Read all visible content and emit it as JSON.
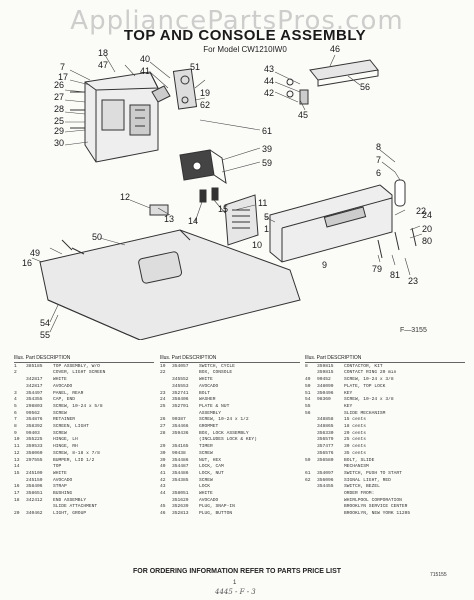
{
  "watermark": "AppliancePartsPros.com",
  "title": "TOP AND CONSOLE ASSEMBLY",
  "subtitle": "For Model CW1210IW0",
  "figure_number": "F—3155",
  "callouts": [
    {
      "label": "7"
    },
    {
      "label": "17"
    },
    {
      "label": "18"
    },
    {
      "label": "47"
    },
    {
      "label": "40"
    },
    {
      "label": "41"
    },
    {
      "label": "51"
    },
    {
      "label": "26"
    },
    {
      "label": "27"
    },
    {
      "label": "28"
    },
    {
      "label": "25"
    },
    {
      "label": "29"
    },
    {
      "label": "30"
    },
    {
      "label": "19"
    },
    {
      "label": "62"
    },
    {
      "label": "61"
    },
    {
      "label": "43"
    },
    {
      "label": "44"
    },
    {
      "label": "42"
    },
    {
      "label": "46"
    },
    {
      "label": "56"
    },
    {
      "label": "45"
    },
    {
      "label": "39"
    },
    {
      "label": "59"
    },
    {
      "label": "8"
    },
    {
      "label": "7"
    },
    {
      "label": "6"
    },
    {
      "label": "22"
    },
    {
      "label": "12"
    },
    {
      "label": "13"
    },
    {
      "label": "14"
    },
    {
      "label": "15"
    },
    {
      "label": "11"
    },
    {
      "label": "5"
    },
    {
      "label": "1"
    },
    {
      "label": "10"
    },
    {
      "label": "9"
    },
    {
      "label": "50"
    },
    {
      "label": "49"
    },
    {
      "label": "16"
    },
    {
      "label": "54"
    },
    {
      "label": "55"
    },
    {
      "label": "24"
    },
    {
      "label": "20"
    },
    {
      "label": "80"
    },
    {
      "label": "79"
    },
    {
      "label": "81"
    },
    {
      "label": "23"
    }
  ],
  "columns_header": {
    "ill": "Illus. Part",
    "no": "No.  No.",
    "desc": "DESCRIPTION"
  },
  "parts_col1": [
    {
      "n": "1",
      "p": "385185",
      "d": "TOP ASSEMBLY, W/O"
    },
    {
      "n": "2",
      "p": "",
      "d": "COVER, LIGHT SCREEN"
    },
    {
      "n": "",
      "p": "342817",
      "d": "WHITE"
    },
    {
      "n": "",
      "p": "342817",
      "d": "AVOCADO"
    },
    {
      "n": "3",
      "p": "354497",
      "d": "PANEL, REAR"
    },
    {
      "n": "4",
      "p": "354355",
      "d": "CAP, END"
    },
    {
      "n": "5",
      "p": "298803",
      "d": "SCREW, 10-24 x 5/8"
    },
    {
      "n": "6",
      "p": "99562",
      "d": "SCREW"
    },
    {
      "n": "7",
      "p": "354876",
      "d": "RETAINER"
    },
    {
      "n": "8",
      "p": "358392",
      "d": "SCREEN, LIGHT"
    },
    {
      "n": "9",
      "p": "99403",
      "d": "SCREW"
    },
    {
      "n": "10",
      "p": "355225",
      "d": "HINGE, LH"
    },
    {
      "n": "11",
      "p": "359533",
      "d": "HINGE, RH"
    },
    {
      "n": "12",
      "p": "358060",
      "d": "SCREW, 8-18 x 7/8"
    },
    {
      "n": "13",
      "p": "297555",
      "d": "BUMPER, LID 1/2"
    },
    {
      "n": "14",
      "p": "",
      "d": "TOP"
    },
    {
      "n": "15",
      "p": "245109",
      "d": "WHITE"
    },
    {
      "n": "",
      "p": "245159",
      "d": "AVOCADO"
    },
    {
      "n": "16",
      "p": "358406",
      "d": "STRAP"
    },
    {
      "n": "17",
      "p": "358651",
      "d": "BUSHING"
    },
    {
      "n": "18",
      "p": "342412",
      "d": "END ASSEMBLY"
    },
    {
      "n": "",
      "p": "",
      "d": "SLIDE ATTACHMENT"
    },
    {
      "n": "20",
      "p": "340462",
      "d": "LIGHT, GROUP"
    }
  ],
  "parts_col2": [
    {
      "n": "19",
      "p": "354057",
      "d": "SWITCH, CYCLE"
    },
    {
      "n": "22",
      "p": "",
      "d": "BOX, CONSOLE"
    },
    {
      "n": "",
      "p": "345552",
      "d": "WHITE"
    },
    {
      "n": "",
      "p": "345553",
      "d": "AVOCADO"
    },
    {
      "n": "23",
      "p": "352741",
      "d": "BOLT"
    },
    {
      "n": "24",
      "p": "358406",
      "d": "WASHER"
    },
    {
      "n": "25",
      "p": "352701",
      "d": "PLATE & NUT"
    },
    {
      "n": "",
      "p": "",
      "d": "ASSEMBLY"
    },
    {
      "n": "26",
      "p": "90387",
      "d": "SCREW, 10-24 x 1/2"
    },
    {
      "n": "27",
      "p": "354466",
      "d": "GROMMET"
    },
    {
      "n": "28",
      "p": "359436",
      "d": "BOX, LOCK ASSEMBLY"
    },
    {
      "n": "",
      "p": "",
      "d": "(INCLUDES LOCK & KEY)"
    },
    {
      "n": "29",
      "p": "354165",
      "d": "TIMER"
    },
    {
      "n": "30",
      "p": "90438",
      "d": "SCREW"
    },
    {
      "n": "39",
      "p": "354486",
      "d": "NUT, HEX"
    },
    {
      "n": "40",
      "p": "354487",
      "d": "LOCK, CAM"
    },
    {
      "n": "41",
      "p": "354486",
      "d": "LOCK, NUT"
    },
    {
      "n": "42",
      "p": "354385",
      "d": "SCREW"
    },
    {
      "n": "43",
      "p": "",
      "d": "LOCK"
    },
    {
      "n": "44",
      "p": "358051",
      "d": "WHITE"
    },
    {
      "n": "",
      "p": "351629",
      "d": "AVOCADO"
    },
    {
      "n": "45",
      "p": "352639",
      "d": "PLUG, SNAP-IN"
    },
    {
      "n": "46",
      "p": "352813",
      "d": "PLUG, BUTTON"
    }
  ],
  "parts_col3": [
    {
      "n": "8",
      "p": "359815",
      "d": "CONTACTOR, KIT"
    },
    {
      "n": "",
      "p": "359815",
      "d": "CONTACT RING 20 min"
    },
    {
      "n": "49",
      "p": "90452",
      "d": "SCREW, 10-24 x 3/8"
    },
    {
      "n": "50",
      "p": "348099",
      "d": "PLATE, TOP LOCK"
    },
    {
      "n": "51",
      "p": "350496",
      "d": "KEY"
    },
    {
      "n": "54",
      "p": "98360",
      "d": "SCREW, 10-24 x 3/8"
    },
    {
      "n": "55",
      "p": "",
      "d": "KEY"
    },
    {
      "n": "56",
      "p": "",
      "d": "SLIDE MECHANISM"
    },
    {
      "n": "",
      "p": "348858",
      "d": "15 cents"
    },
    {
      "n": "",
      "p": "348865",
      "d": "18 cents"
    },
    {
      "n": "",
      "p": "356330",
      "d": "20 cents"
    },
    {
      "n": "",
      "p": "356579",
      "d": "25 cents"
    },
    {
      "n": "",
      "p": "357477",
      "d": "30 cents"
    },
    {
      "n": "",
      "p": "356576",
      "d": "35 cents"
    },
    {
      "n": "59",
      "p": "356580",
      "d": "BOLT, SLIDE"
    },
    {
      "n": "",
      "p": "",
      "d": "MECHANISM"
    },
    {
      "n": "61",
      "p": "354097",
      "d": "SWITCH, PUSH TO START"
    },
    {
      "n": "62",
      "p": "356096",
      "d": "SIGNAL LIGHT, RED"
    },
    {
      "n": "",
      "p": "354455",
      "d": "SWITCH, BEZEL"
    },
    {
      "n": "",
      "p": "",
      "d": "ORDER FROM:"
    },
    {
      "n": "",
      "p": "",
      "d": "WHIRLPOOL CORPORATION"
    },
    {
      "n": "",
      "p": "",
      "d": "BROOKLYN SERVICE CENTER"
    },
    {
      "n": "",
      "p": "",
      "d": "BROOKLYN, NEW YORK 11205"
    }
  ],
  "ordering_note": "FOR ORDERING INFORMATION REFER TO PARTS PRICE LIST",
  "page_number": "1",
  "doc_number": "715155",
  "handwritten": "4445 - F - 3"
}
